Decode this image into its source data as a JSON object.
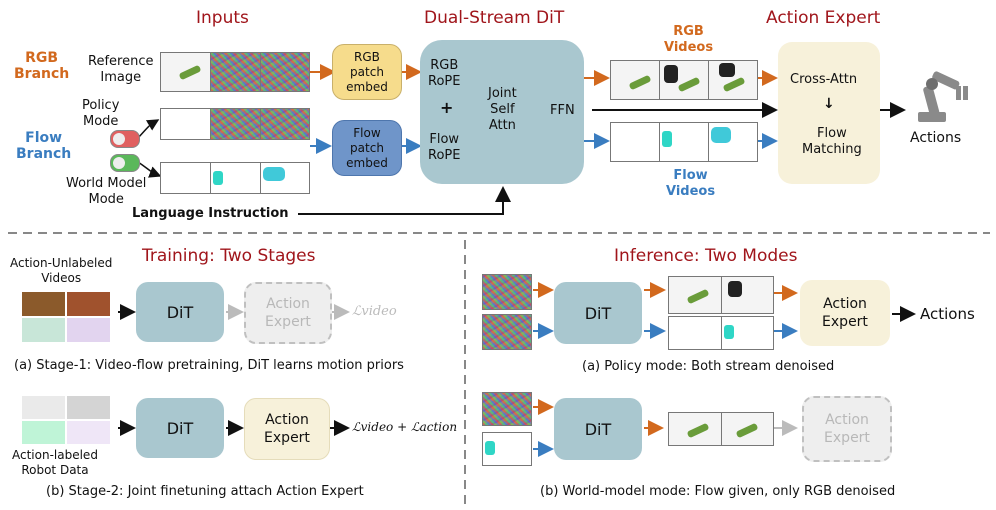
{
  "titles": {
    "inputs": "Inputs",
    "dit": "Dual-Stream DiT",
    "action_expert": "Action Expert",
    "training": "Training: Two Stages",
    "inference": "Inference: Two Modes"
  },
  "top": {
    "rgb_branch": "RGB\nBranch",
    "flow_branch": "Flow\nBranch",
    "reference_image": "Reference\nImage",
    "policy_mode": "Policy\nMode",
    "world_model_mode": "World Model\nMode",
    "language_instruction": "Language Instruction",
    "rgb_patch_embed": "RGB\npatch\nembed",
    "flow_patch_embed": "Flow\npatch\nembed",
    "rgb_rope": "RGB\nRoPE",
    "plus": "+",
    "flow_rope": "Flow\nRoPE",
    "joint_self_attn": "Joint\nSelf\nAttn",
    "ffn": "FFN",
    "rgb_videos": "RGB\nVideos",
    "flow_videos": "Flow\nVideos",
    "cross_attn": "Cross-Attn",
    "down_arrow": "↓",
    "flow_matching": "Flow\nMatching",
    "actions": "Actions"
  },
  "training": {
    "videos_label": "Action-Unlabeled\nVideos",
    "dit": "DiT",
    "action_expert": "Action\nExpert",
    "loss1": "ℒvideo",
    "caption1": "(a) Stage-1: Video-flow pretraining, DiT learns motion priors",
    "robot_label": "Action-labeled\nRobot Data",
    "loss2": "ℒvideo + ℒaction",
    "caption2": "(b) Stage-2: Joint finetuning attach Action Expert"
  },
  "inference": {
    "dit": "DiT",
    "action_expert": "Action\nExpert",
    "actions": "Actions",
    "caption1": "(a) Policy mode: Both stream denoised",
    "caption2": "(b) World-model mode: Flow given, only RGB denoised"
  },
  "colors": {
    "title": "#a0151b",
    "rgb": "#d2691e",
    "flow": "#3a7dc0",
    "teal_box": "#a9c7cf",
    "yellow_box": "#f7f1da",
    "rgb_embed": "#f6dc8c",
    "flow_embed": "#6f95c9"
  }
}
